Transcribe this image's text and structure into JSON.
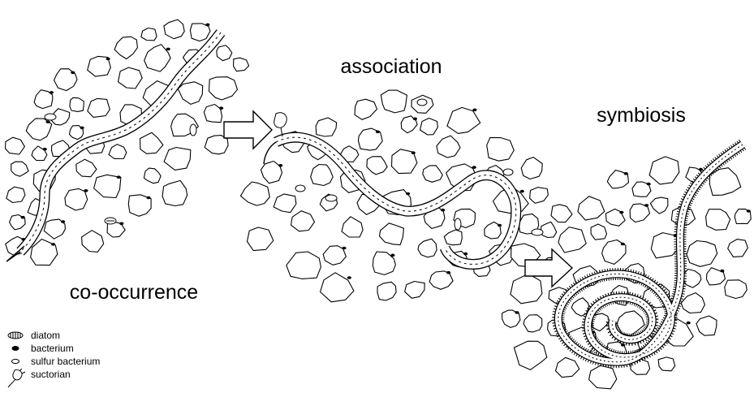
{
  "stages": {
    "co_occurrence": "co-occurrence",
    "association": "association",
    "symbiosis": "symbiosis"
  },
  "legend": {
    "items": [
      {
        "key": "diatom",
        "label": "diatom"
      },
      {
        "key": "bacterium",
        "label": "bacterium"
      },
      {
        "key": "sulfur_bacterium",
        "label": "sulfur bacterium"
      },
      {
        "key": "suctorian",
        "label": "suctorian"
      }
    ]
  },
  "colors": {
    "ink": "#000000",
    "background": "#ffffff"
  }
}
